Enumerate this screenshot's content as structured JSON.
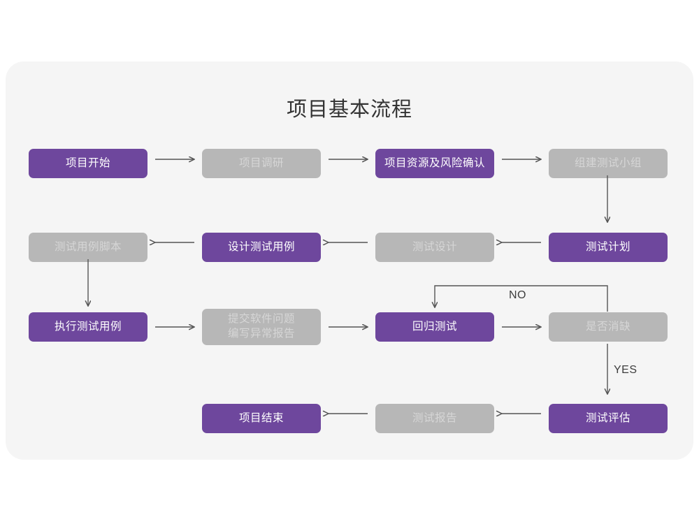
{
  "page": {
    "title": "项目基本流程",
    "background_color": "#ffffff",
    "card_color": "#f5f5f5"
  },
  "theme": {
    "purple": "#6e479d",
    "gray": "#b7b7b7",
    "purple_text": "#ffffff",
    "gray_text": "#d6d6d6",
    "arrow_color": "#555555",
    "title_color": "#333333"
  },
  "nodes": [
    {
      "id": "n1",
      "label": "项目开始",
      "style": "purple",
      "row": 1,
      "col": 1
    },
    {
      "id": "n2",
      "label": "项目调研",
      "style": "gray",
      "row": 1,
      "col": 2
    },
    {
      "id": "n3",
      "label": "项目资源及风险确认",
      "style": "purple",
      "row": 1,
      "col": 3
    },
    {
      "id": "n4",
      "label": "组建测试小组",
      "style": "gray",
      "row": 1,
      "col": 4
    },
    {
      "id": "n5",
      "label": "测试用例脚本",
      "style": "gray",
      "row": 2,
      "col": 1
    },
    {
      "id": "n6",
      "label": "设计测试用例",
      "style": "purple",
      "row": 2,
      "col": 2
    },
    {
      "id": "n7",
      "label": "测试设计",
      "style": "gray",
      "row": 2,
      "col": 3
    },
    {
      "id": "n8",
      "label": "测试计划",
      "style": "purple",
      "row": 2,
      "col": 4
    },
    {
      "id": "n9",
      "label": "执行测试用例",
      "style": "purple",
      "row": 3,
      "col": 1
    },
    {
      "id": "n10",
      "label": "提交软件问题\n编写异常报告",
      "style": "gray",
      "row": 3,
      "col": 2
    },
    {
      "id": "n11",
      "label": "回归测试",
      "style": "purple",
      "row": 3,
      "col": 3
    },
    {
      "id": "n12",
      "label": "是否消缺",
      "style": "gray",
      "row": 3,
      "col": 4
    },
    {
      "id": "n13",
      "label": "项目结束",
      "style": "purple",
      "row": 4,
      "col": 2
    },
    {
      "id": "n14",
      "label": "测试报告",
      "style": "gray",
      "row": 4,
      "col": 3
    },
    {
      "id": "n15",
      "label": "测试评估",
      "style": "purple",
      "row": 4,
      "col": 4
    }
  ],
  "edges": [
    {
      "from": "n1",
      "to": "n2",
      "direction": "right",
      "label": ""
    },
    {
      "from": "n2",
      "to": "n3",
      "direction": "right",
      "label": ""
    },
    {
      "from": "n3",
      "to": "n4",
      "direction": "right",
      "label": ""
    },
    {
      "from": "n4",
      "to": "n8",
      "direction": "down",
      "label": ""
    },
    {
      "from": "n8",
      "to": "n7",
      "direction": "left",
      "label": ""
    },
    {
      "from": "n7",
      "to": "n6",
      "direction": "left",
      "label": ""
    },
    {
      "from": "n6",
      "to": "n5",
      "direction": "left",
      "label": ""
    },
    {
      "from": "n5",
      "to": "n9",
      "direction": "down",
      "label": ""
    },
    {
      "from": "n9",
      "to": "n10",
      "direction": "right",
      "label": ""
    },
    {
      "from": "n10",
      "to": "n11",
      "direction": "right",
      "label": ""
    },
    {
      "from": "n11",
      "to": "n12",
      "direction": "right",
      "label": ""
    },
    {
      "from": "n12",
      "to": "n11",
      "direction": "loop-up-left",
      "label": "NO"
    },
    {
      "from": "n12",
      "to": "n15",
      "direction": "down",
      "label": "YES"
    },
    {
      "from": "n15",
      "to": "n14",
      "direction": "left",
      "label": ""
    },
    {
      "from": "n14",
      "to": "n13",
      "direction": "left",
      "label": ""
    }
  ],
  "edge_labels": {
    "no": "NO",
    "yes": "YES"
  }
}
